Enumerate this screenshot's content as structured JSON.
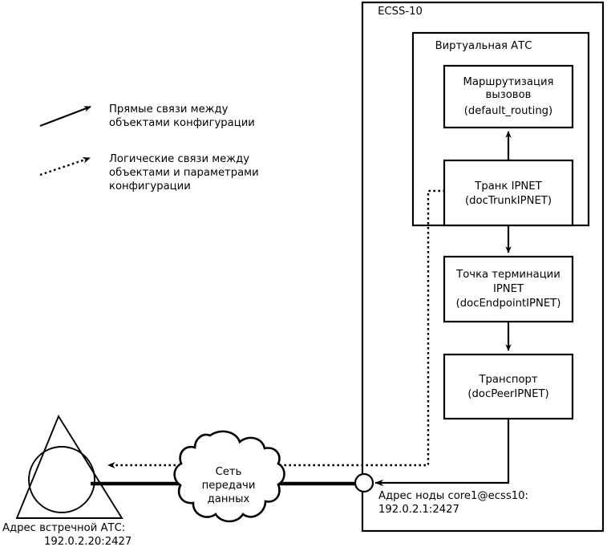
{
  "diagram": {
    "title_visible": false,
    "containers": [
      {
        "id": "ecss10",
        "label": "ECSS-10"
      },
      {
        "id": "virtual_pbx",
        "label": "Виртуальная АТС"
      }
    ],
    "boxes": [
      {
        "id": "routing",
        "lines": [
          "Маршрутизация",
          "вызовов",
          "(default_routing)"
        ]
      },
      {
        "id": "trunk",
        "lines": [
          "Транк IPNET",
          "(docTrunkIPNET)"
        ]
      },
      {
        "id": "endpoint",
        "lines": [
          "Точка терминации",
          "IPNET",
          "(docEndpointIPNET)"
        ]
      },
      {
        "id": "transport",
        "lines": [
          "Транспорт",
          "(docPeerIPNET)"
        ]
      }
    ],
    "cloud": {
      "id": "data-network",
      "lines": [
        "Сеть",
        "передачи",
        "данных"
      ]
    },
    "legend": {
      "items": [
        {
          "id": "direct-links",
          "style": "solid-arrow",
          "lines": [
            "Прямые связи между",
            "объектами конфигурации"
          ]
        },
        {
          "id": "logical-links",
          "style": "dotted-arrow",
          "lines": [
            "Логические связи между",
            "объектами и параметрами",
            "конфигурации"
          ]
        }
      ]
    },
    "annotations": [
      {
        "id": "peer-pbx-address",
        "lines": [
          "Адрес встречной АТС:",
          "192.0.2.20:2427"
        ]
      },
      {
        "id": "node-address",
        "lines": [
          "Адрес ноды core1@ecss10:",
          "192.0.2.1:2427"
        ]
      }
    ],
    "colors": {
      "stroke": "#000000",
      "fill": "#ffffff",
      "background": "#ffffff"
    }
  }
}
